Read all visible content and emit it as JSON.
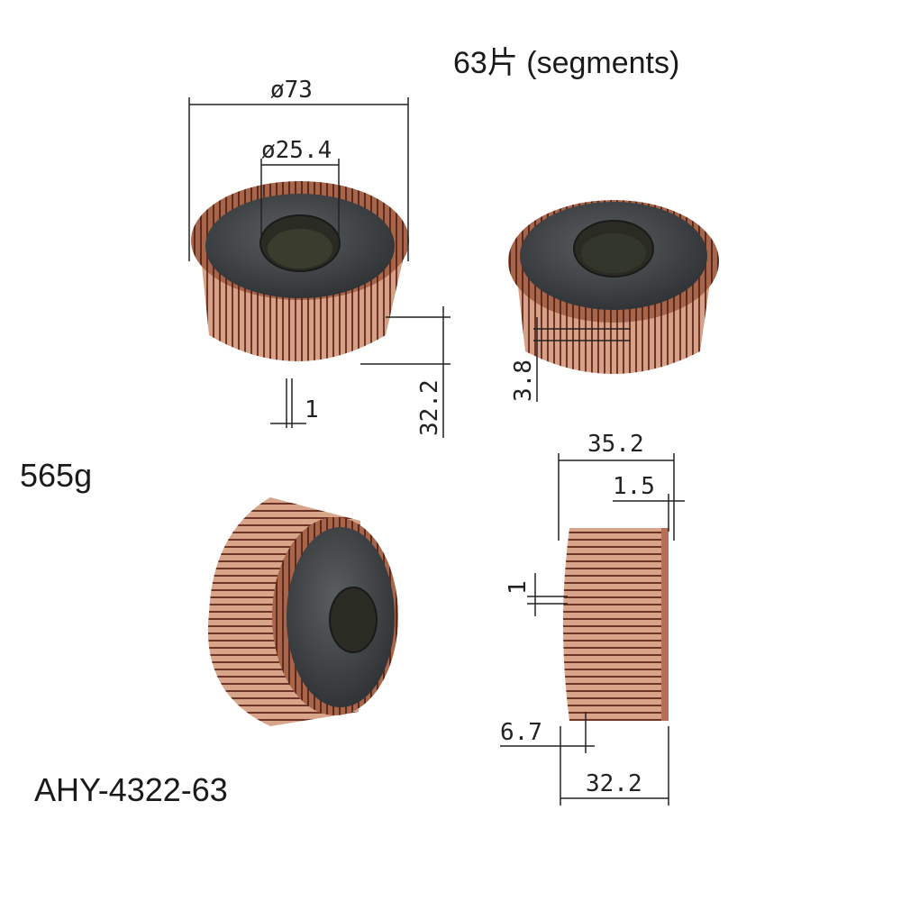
{
  "header": {
    "segments": "63片 (segments)"
  },
  "specs": {
    "weight": "565g",
    "model": "AHY-4322-63"
  },
  "dimensions": {
    "outer_diameter": "ø73",
    "inner_diameter": "ø25.4",
    "height_a": "32.2",
    "slot_width_a": "1",
    "step": "3.8",
    "total_length": "35.2",
    "lip": "1.5",
    "slot_width_b": "1",
    "riser": "6.7",
    "height_b": "32.2"
  },
  "colors": {
    "copper": "#c98a6a",
    "copper_dark": "#7a3f2c",
    "insulator": "#3a3d3f",
    "bore": "#2a2c2a",
    "line": "#222222"
  }
}
